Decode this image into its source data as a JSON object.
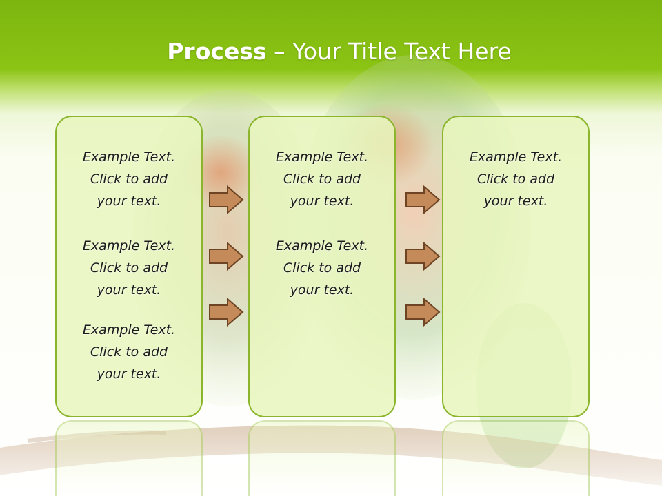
{
  "title": {
    "bold": "Process",
    "rest": " – Your Title Text Here"
  },
  "columns": [
    {
      "blocks": [
        [
          "Example Text.",
          "Click  to add",
          "your text."
        ],
        [
          "Example Text.",
          "Click  to add",
          "your text."
        ],
        [
          "Example Text.",
          "Click  to add",
          "your text."
        ]
      ]
    },
    {
      "blocks": [
        [
          "Example Text.",
          "Click  to add",
          "your text."
        ],
        [
          "Example Text.",
          "Click  to add",
          "your text."
        ]
      ]
    },
    {
      "blocks": [
        [
          "Example Text.",
          "Click  to add",
          "your text."
        ]
      ]
    }
  ],
  "colors": {
    "header_green": "#8cc414",
    "panel_fill": "#e8f6be",
    "panel_border": "#8ab52c",
    "arrow_fill": "#c58a5a",
    "arrow_stroke": "#6e4524"
  },
  "icons": {
    "arrow": "right-arrow-icon",
    "background": "parrots-on-branch-photo"
  }
}
